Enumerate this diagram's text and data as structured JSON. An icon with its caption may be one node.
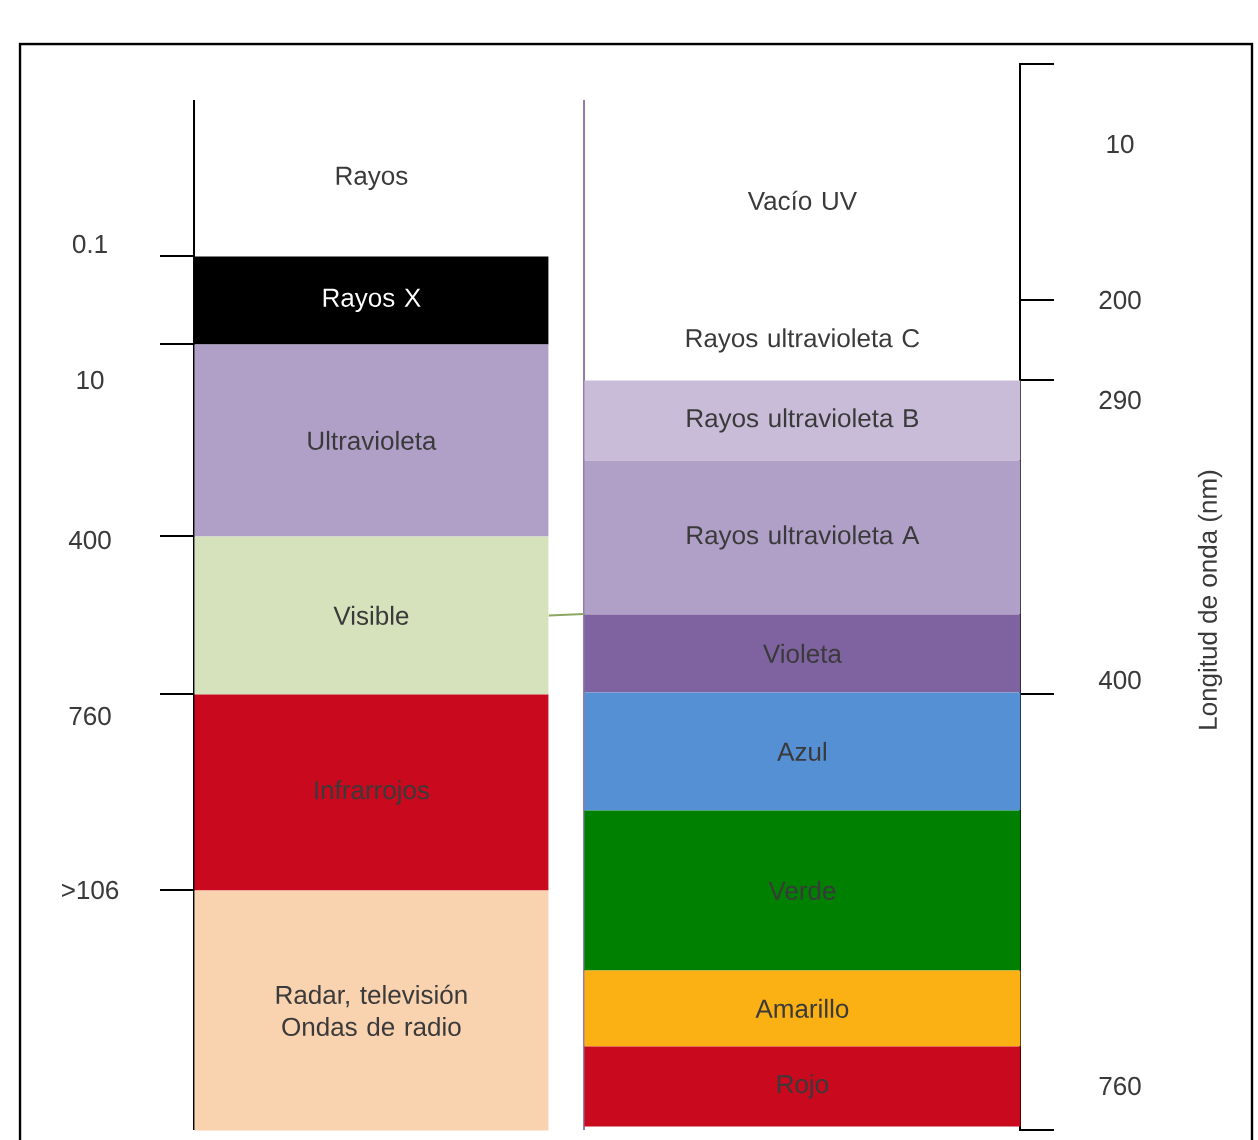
{
  "diagram": {
    "nodes": [
      {
        "text": [
          "Rayos"
        ]
      },
      {
        "text": [
          "Rayos X"
        ]
      },
      {
        "text": [
          "Ultravioleta"
        ]
      },
      {
        "text": [
          "Visible"
        ]
      },
      {
        "text": [
          "Infrarrojos"
        ]
      },
      {
        "text": [
          "Radar, televisión Ondas de radio"
        ]
      },
      {
        "text": [
          "Vacío UV"
        ]
      },
      {
        "text": [
          "Rayos ultravioleta C"
        ]
      },
      {
        "text": [
          "Rayos ultravioleta B"
        ]
      },
      {
        "text": [
          "Rayos ultravioleta A"
        ]
      },
      {
        "text": [
          "Violeta"
        ]
      },
      {
        "text": [
          "Azul"
        ]
      },
      {
        "text": [
          "Verde"
        ]
      },
      {
        "text": [
          "Amarillo"
        ]
      },
      {
        "text": [
          "Rojo"
        ]
      }
    ],
    "edges": [
      {
        "from": 3,
        "to": 10,
        "arrow": "none",
        "color": "#8aa860"
      }
    ],
    "labels": [
      "0.1",
      "10",
      "400",
      "760",
      ">106",
      "10",
      "200",
      "290",
      "400",
      "760",
      "Longitud de onda (nm)"
    ]
  }
}
